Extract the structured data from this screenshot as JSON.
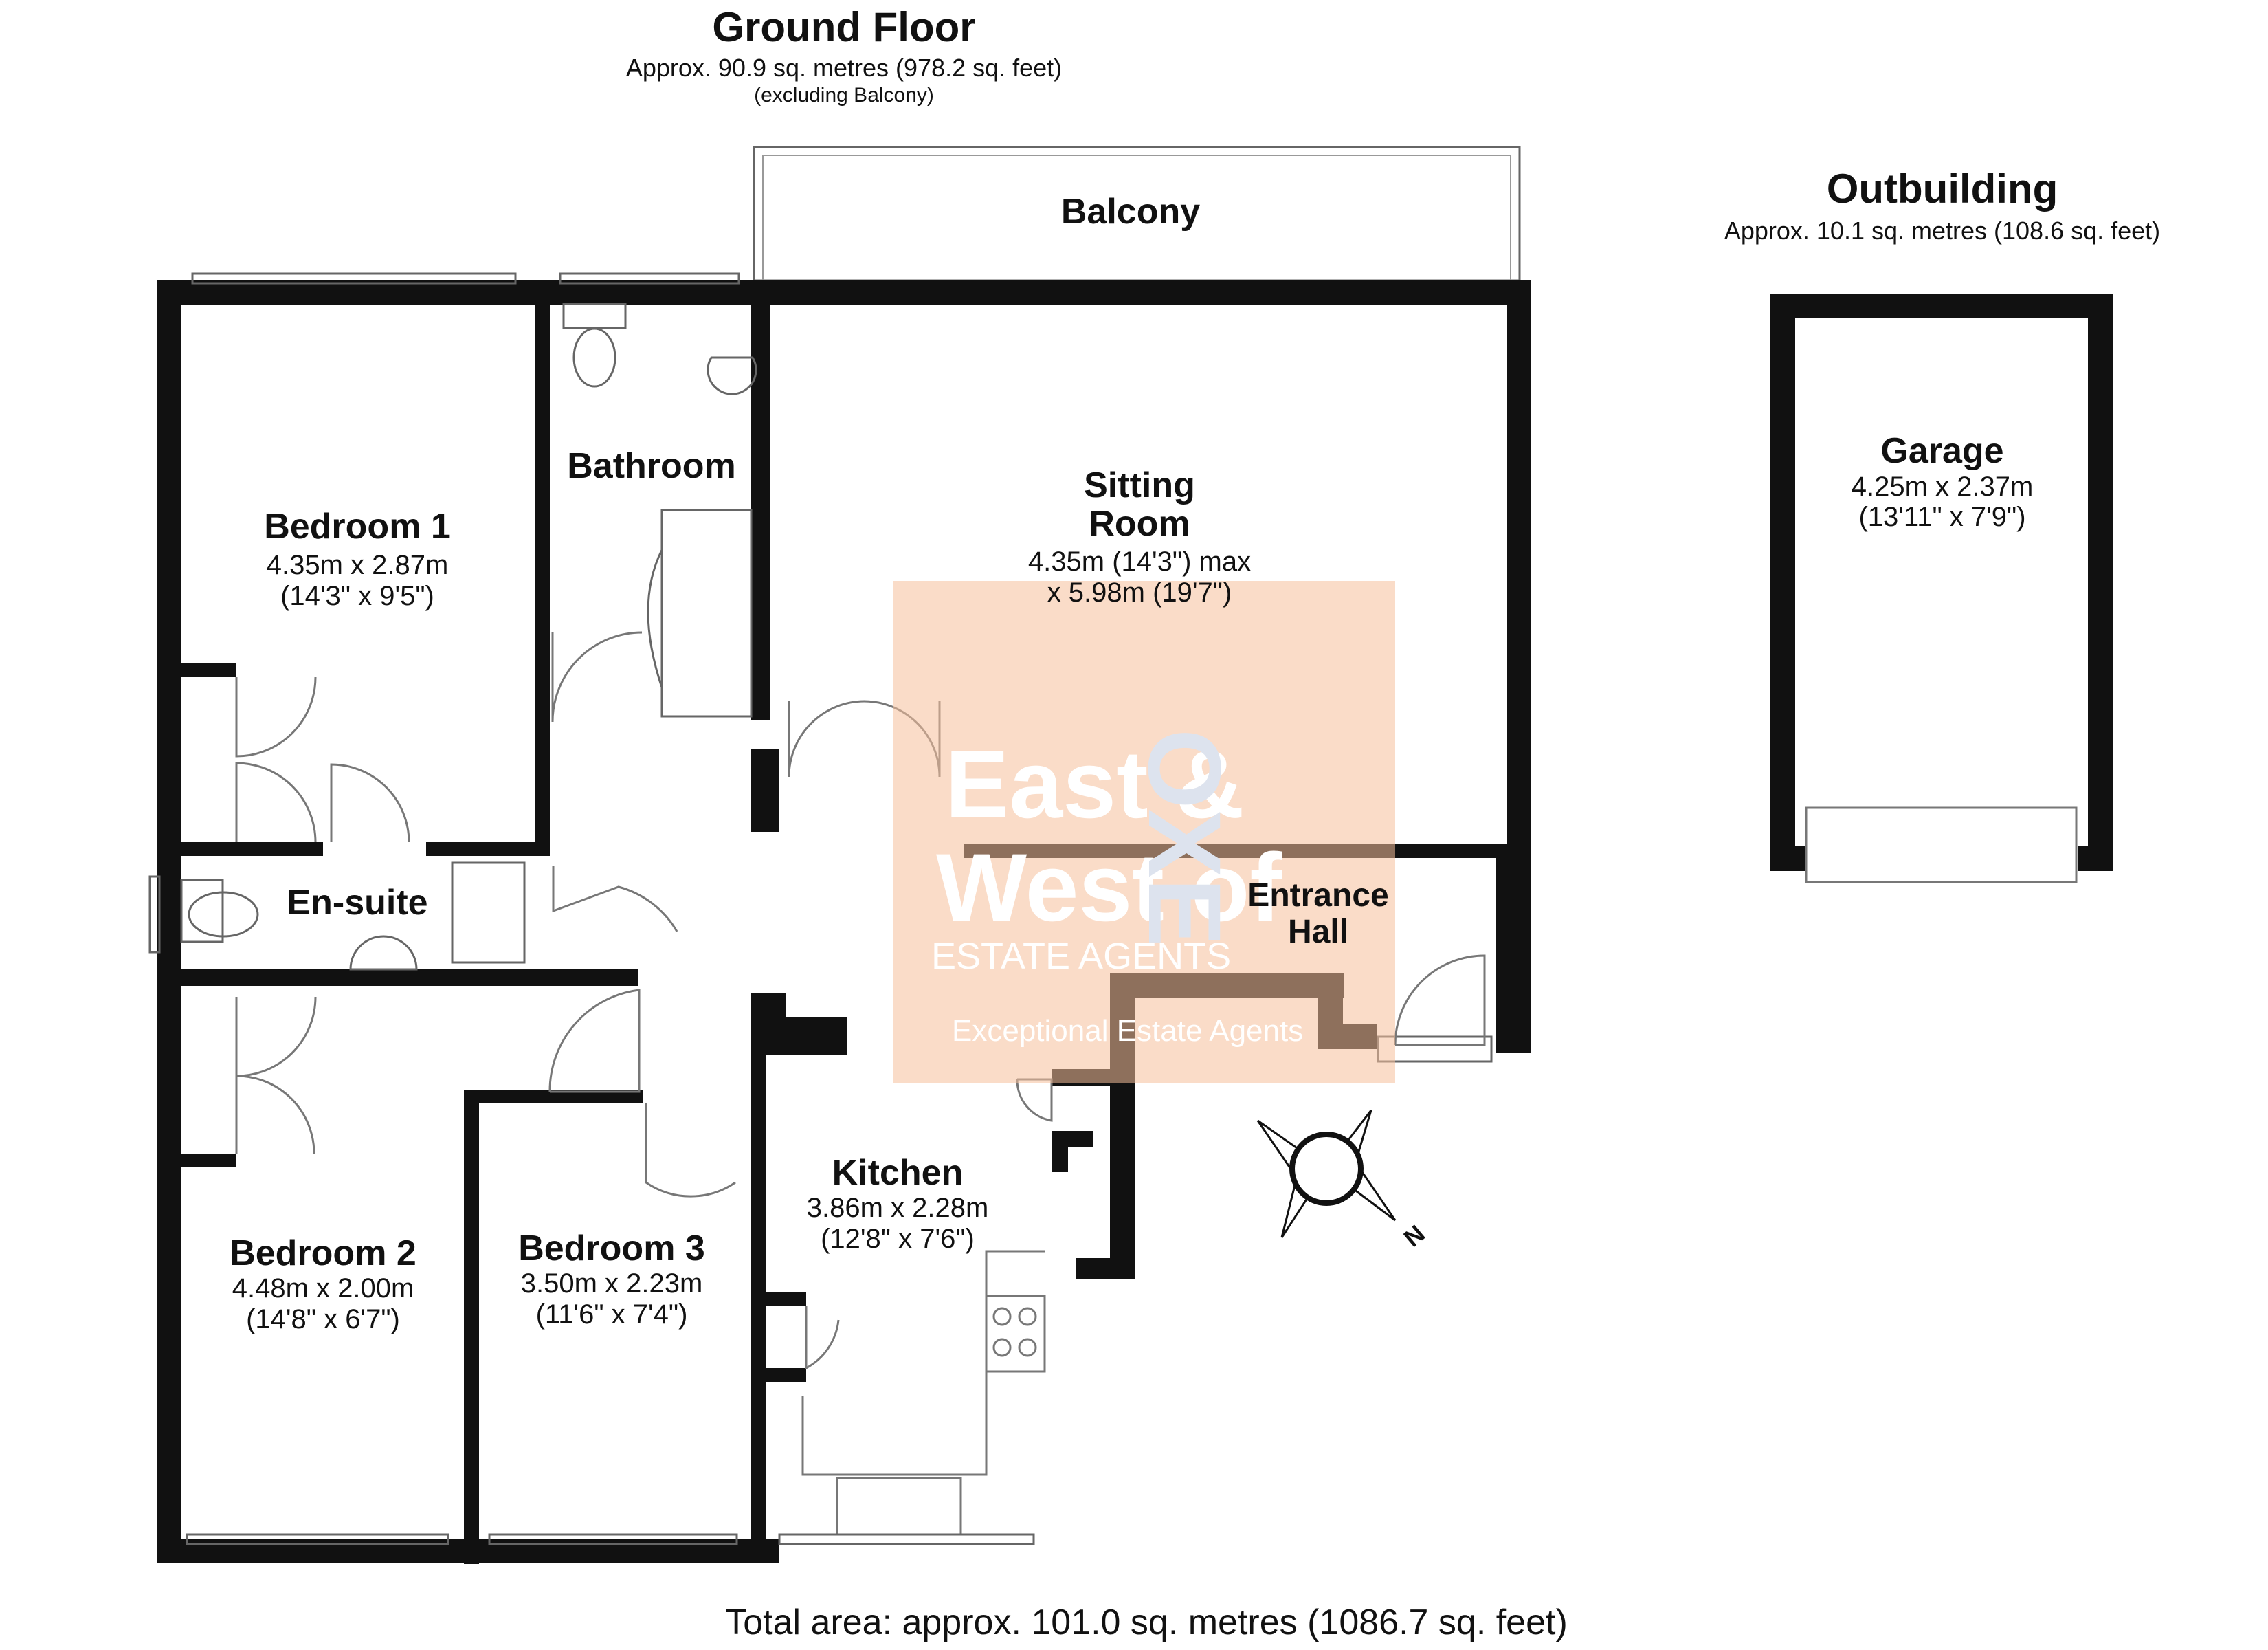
{
  "title": "Ground Floor",
  "area": "Approx. 90.9 sq. metres (978.2 sq. feet)",
  "area_note": "(excluding Balcony)",
  "outbuilding": {
    "title": "Outbuilding",
    "area": "Approx. 10.1 sq. metres (108.6 sq. feet)"
  },
  "rooms": {
    "balcony": {
      "name": "Balcony"
    },
    "bathroom": {
      "name": "Bathroom"
    },
    "bedroom1": {
      "name": "Bedroom 1",
      "dim_m": "4.35m x 2.87m",
      "dim_ft": "(14'3\" x 9'5\")"
    },
    "sitting": {
      "name_l1": "Sitting",
      "name_l2": "Room",
      "dim_m": "4.35m (14'3\") max",
      "dim_ft": "x 5.98m (19'7\")"
    },
    "ensuite": {
      "name": "En-suite"
    },
    "entrance": {
      "name_l1": "Entrance",
      "name_l2": "Hall"
    },
    "kitchen": {
      "name": "Kitchen",
      "dim_m": "3.86m x 2.28m",
      "dim_ft": "(12'8\" x 7'6\")"
    },
    "bedroom2": {
      "name": "Bedroom 2",
      "dim_m": "4.48m x 2.00m",
      "dim_ft": "(14'8\" x 6'7\")"
    },
    "bedroom3": {
      "name": "Bedroom 3",
      "dim_m": "3.50m x 2.23m",
      "dim_ft": "(11'6\" x 7'4\")"
    },
    "garage": {
      "name": "Garage",
      "dim_m": "4.25m x 2.37m",
      "dim_ft": "(13'11\" x 7'9\")"
    }
  },
  "watermark": {
    "line1": "East &",
    "line2": "West of",
    "brand": "OXE",
    "line3": "ESTATE AGENTS",
    "tagline": "Exceptional Estate Agents"
  },
  "compass": "N",
  "total": "Total area: approx. 101.0 sq. metres (1086.7 sq. feet)"
}
